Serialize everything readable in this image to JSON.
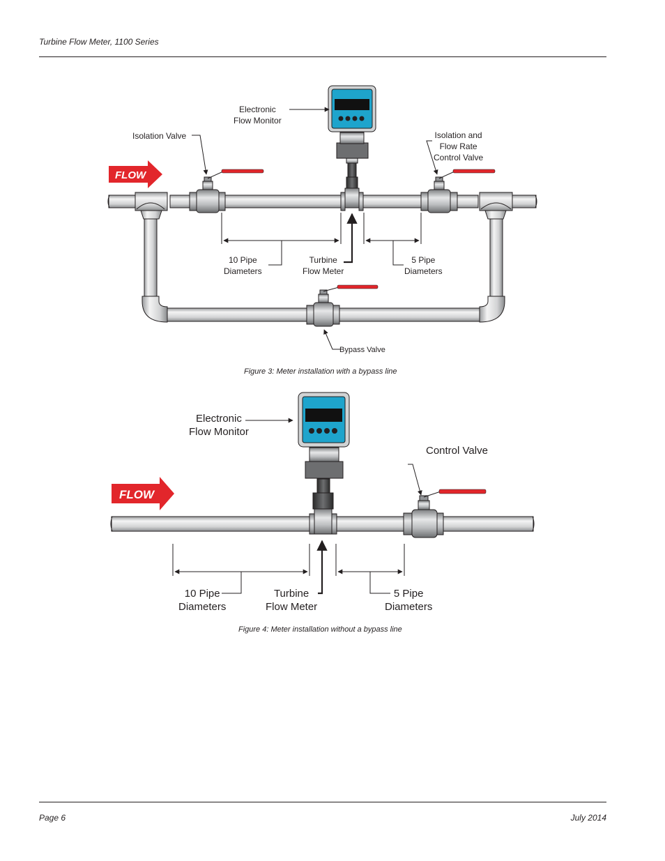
{
  "header": {
    "title": "Turbine Flow Meter, 1100 Series"
  },
  "footer": {
    "page": "Page 6",
    "date": "July 2014"
  },
  "figure3": {
    "flow_label": "FLOW",
    "monitor_label": [
      "Electronic",
      "Flow Monitor"
    ],
    "isolation_valve_label": "Isolation Valve",
    "control_valve_label": [
      "Isolation and",
      "Flow Rate",
      "Control Valve"
    ],
    "ten_pipe_label": [
      "10 Pipe",
      "Diameters"
    ],
    "meter_label": [
      "Turbine",
      "Flow Meter"
    ],
    "five_pipe_label": [
      "5 Pipe",
      "Diameters"
    ],
    "bypass_valve_label": "Bypass Valve",
    "caption": "Figure 3:  Meter installation with a bypass line"
  },
  "figure4": {
    "flow_label": "FLOW",
    "monitor_label": [
      "Electronic",
      "Flow Monitor"
    ],
    "control_valve_label": "Control Valve",
    "ten_pipe_label": [
      "10 Pipe",
      "Diameters"
    ],
    "meter_label": [
      "Turbine",
      "Flow Meter"
    ],
    "five_pipe_label": [
      "5 Pipe",
      "Diameters"
    ],
    "caption": "Figure 4:  Meter installation without a bypass line"
  },
  "colors": {
    "flow_arrow": "#e2262b",
    "monitor_face": "#1ea4cc",
    "valve_handle": "#e2262b",
    "pipe": "#d9dadb",
    "pipe_outline": "#231f20"
  }
}
